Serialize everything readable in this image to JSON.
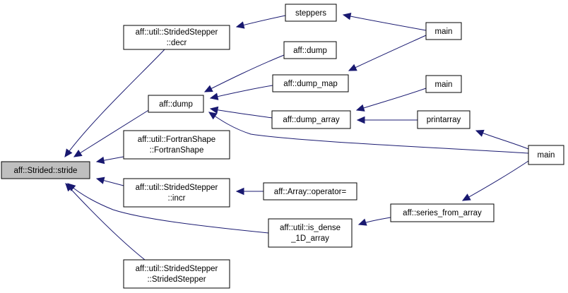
{
  "graph": {
    "title": "aff::Strided::stride caller graph",
    "edge_color": "#191970",
    "root_fill": "#bfbfbf",
    "nodes": {
      "stride": [
        "aff::Strided::stride"
      ],
      "decr": [
        "aff::util::StridedStepper",
        "::decr"
      ],
      "dump_main": [
        "aff::dump"
      ],
      "fortranshape": [
        "aff::util::FortranShape",
        "::FortranShape"
      ],
      "incr": [
        "aff::util::StridedStepper",
        "::incr"
      ],
      "is_dense": [
        "aff::util::is_dense",
        "_1D_array"
      ],
      "stridedstepper": [
        "aff::util::StridedStepper",
        "::StridedStepper"
      ],
      "steppers": [
        "steppers"
      ],
      "dump_top": [
        "aff::dump"
      ],
      "dump_map": [
        "aff::dump_map"
      ],
      "dump_array": [
        "aff::dump_array"
      ],
      "operator": [
        "aff::Array::operator="
      ],
      "series": [
        "aff::series_from_array"
      ],
      "main1": [
        "main"
      ],
      "main2": [
        "main"
      ],
      "printarray": [
        "printarray"
      ],
      "main3": [
        "main"
      ]
    },
    "edges": [
      [
        "decr",
        "stride"
      ],
      [
        "dump_main",
        "stride"
      ],
      [
        "fortranshape",
        "stride"
      ],
      [
        "incr",
        "stride"
      ],
      [
        "is_dense",
        "stride"
      ],
      [
        "stridedstepper",
        "stride"
      ],
      [
        "steppers",
        "decr"
      ],
      [
        "main1",
        "steppers"
      ],
      [
        "dump_top",
        "dump_main"
      ],
      [
        "dump_map",
        "dump_main"
      ],
      [
        "dump_array",
        "dump_main"
      ],
      [
        "main3",
        "dump_main"
      ],
      [
        "main1",
        "dump_map"
      ],
      [
        "main2",
        "dump_array"
      ],
      [
        "printarray",
        "dump_array"
      ],
      [
        "main3",
        "printarray"
      ],
      [
        "operator",
        "incr"
      ],
      [
        "series",
        "is_dense"
      ],
      [
        "main3",
        "series"
      ]
    ]
  }
}
